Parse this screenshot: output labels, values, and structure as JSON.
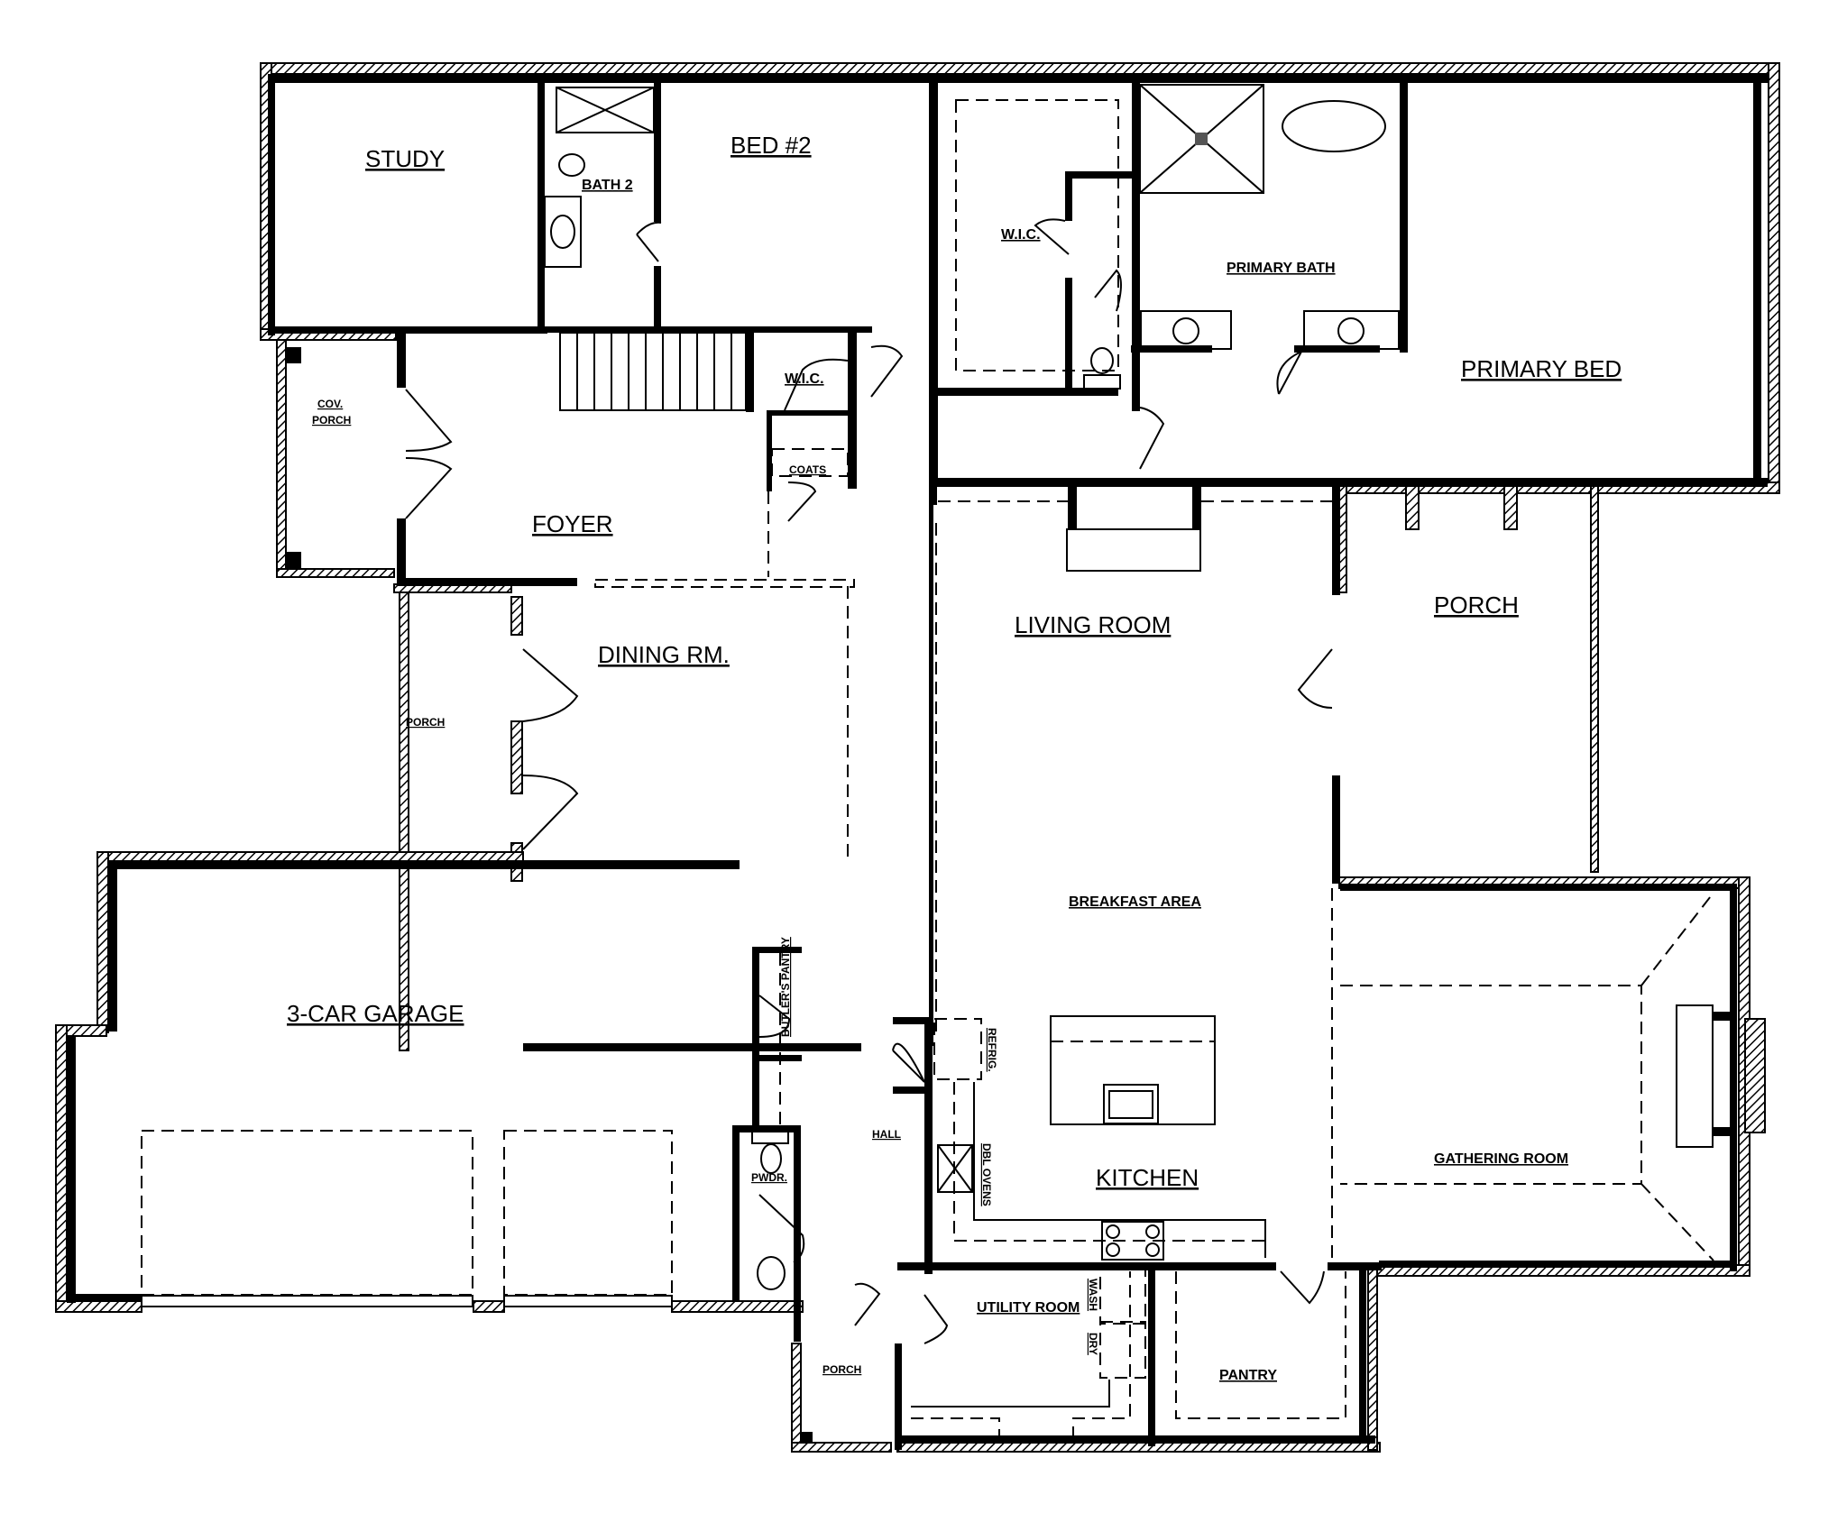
{
  "plan": {
    "type": "floor plan",
    "rooms": {
      "study": "STUDY",
      "bed2": "BED #2",
      "bath2": "BATH 2",
      "primary_wic": "W.I.C.",
      "primary_bath": "PRIMARY BATH",
      "primary_bed": "PRIMARY BED",
      "cov_porch_1": "COV.",
      "cov_porch_2": "PORCH",
      "foyer": "FOYER",
      "wic": "W.I.C.",
      "coats": "COATS",
      "dining": "DINING RM.",
      "side_porch": "PORCH",
      "living": "LIVING ROOM",
      "rear_porch": "PORCH",
      "breakfast": "BREAKFAST AREA",
      "kitchen": "KITCHEN",
      "gathering": "GATHERING ROOM",
      "garage": "3-CAR GARAGE",
      "butlers_pantry": "BUTLER'S PANTRY",
      "pwdr": "PWDR.",
      "hall": "HALL",
      "utility": "UTILITY ROOM",
      "pantry": "PANTRY",
      "back_porch": "PORCH"
    },
    "appliances": {
      "refrig": "REFRIG.",
      "ovens": "DBL OVENS",
      "wash": "WASH",
      "dry": "DRY"
    }
  }
}
